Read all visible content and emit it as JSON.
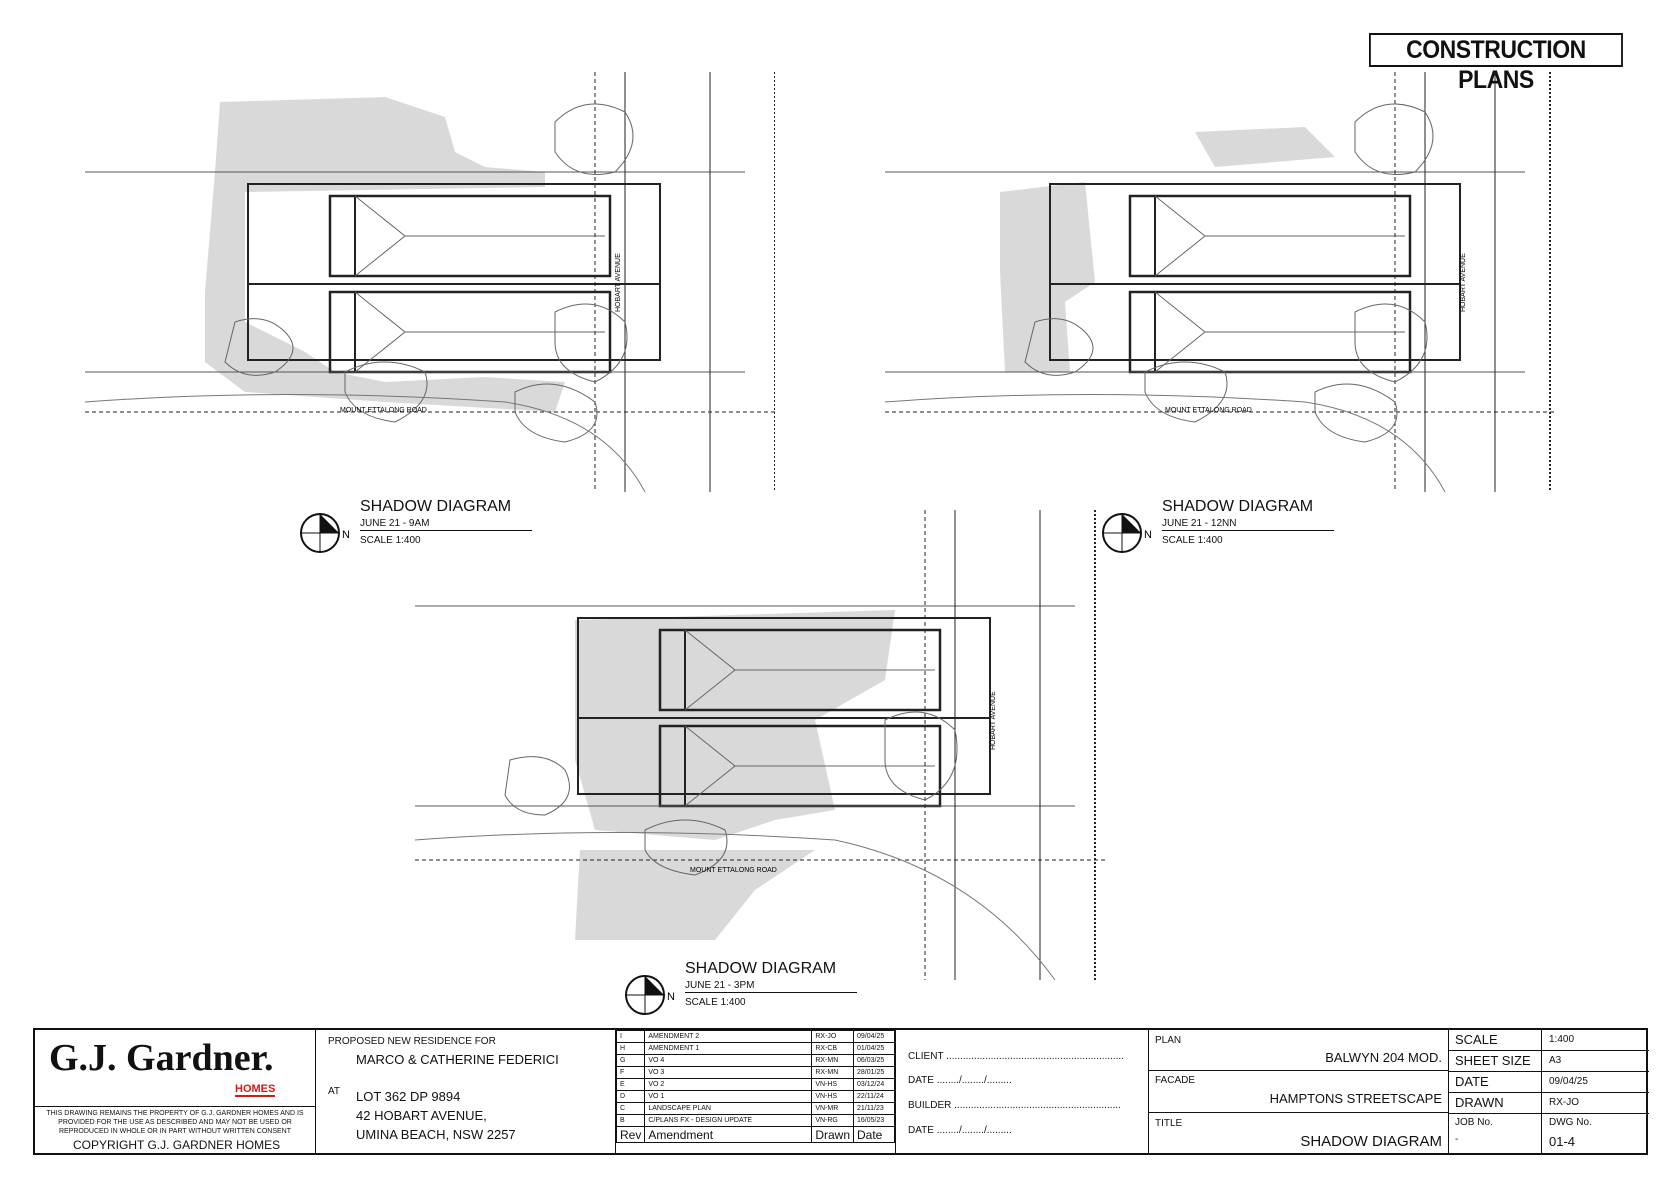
{
  "banner": "CONSTRUCTION PLANS",
  "drawings": [
    {
      "title": "SHADOW DIAGRAM",
      "subtitle": "JUNE 21 - 9AM",
      "scale": "SCALE 1:400",
      "north": "N",
      "road": "MOUNT   ETTALONG   ROAD",
      "avenue": "HOBART   AVENUE"
    },
    {
      "title": "SHADOW DIAGRAM",
      "subtitle": "JUNE 21 - 12NN",
      "scale": "SCALE 1:400",
      "north": "N",
      "road": "MOUNT   ETTALONG   ROAD",
      "avenue": "HOBART   AVENUE"
    },
    {
      "title": "SHADOW DIAGRAM",
      "subtitle": "JUNE 21 - 3PM",
      "scale": "SCALE 1:400",
      "north": "N",
      "road": "MOUNT   ETTALONG   ROAD",
      "avenue": "HOBART   AVENUE"
    }
  ],
  "titleblock": {
    "logo": "G.J. Gardner.",
    "logo_sub": "HOMES",
    "disclaimer": "THIS DRAWING REMAINS THE PROPERTY OF G.J. GARDNER HOMES AND IS PROVIDED FOR THE USE AS DESCRIBED AND MAY NOT BE USED OR REPRODUCED IN WHOLE OR IN PART WITHOUT WRITTEN CONSENT",
    "copyright": "COPYRIGHT G.J. GARDNER HOMES",
    "proposed_label": "PROPOSED NEW RESIDENCE FOR",
    "client_names": "MARCO & CATHERINE FEDERICI",
    "at_label": "AT",
    "address_1": "LOT 362 DP 9894",
    "address_2": "42 HOBART AVENUE,",
    "address_3": "UMINA BEACH, NSW 2257",
    "amendments": [
      {
        "rev": "I",
        "amendment": "AMENDMENT 2",
        "drawn": "RX-JO",
        "date": "09/04/25"
      },
      {
        "rev": "H",
        "amendment": "AMENDMENT 1",
        "drawn": "RX-CB",
        "date": "01/04/25"
      },
      {
        "rev": "G",
        "amendment": "VO 4",
        "drawn": "RX-MN",
        "date": "06/03/25"
      },
      {
        "rev": "F",
        "amendment": "VO 3",
        "drawn": "RX-MN",
        "date": "28/01/25"
      },
      {
        "rev": "E",
        "amendment": "VO 2",
        "drawn": "VN-HS",
        "date": "03/12/24"
      },
      {
        "rev": "D",
        "amendment": "VO 1",
        "drawn": "VN-HS",
        "date": "22/11/24"
      },
      {
        "rev": "C",
        "amendment": "LANDSCAPE PLAN",
        "drawn": "VN-MR",
        "date": "21/11/23"
      },
      {
        "rev": "B",
        "amendment": "C/PLANS FX - DESIGN UPDATE",
        "drawn": "VN-RG",
        "date": "16/05/23"
      }
    ],
    "amend_head": {
      "rev": "Rev",
      "amendment": "Amendment",
      "drawn": "Drawn",
      "date": "Date"
    },
    "client_label": "CLIENT",
    "date_label": "DATE",
    "builder_label": "BUILDER",
    "date_blank": "......../......../.........",
    "plan_label": "PLAN",
    "plan_value": "BALWYN 204 MOD.",
    "facade_label": "FACADE",
    "facade_value": "HAMPTONS STREETSCAPE",
    "title_label": "TITLE",
    "title_value": "SHADOW DIAGRAM",
    "scale_label": "SCALE",
    "scale_value": "1:400",
    "sheet_label": "SHEET SIZE",
    "sheet_value": "A3",
    "date_label2": "DATE",
    "date_value": "09/04/25",
    "drawn_label": "DRAWN",
    "drawn_value": "RX-JO",
    "job_label": "JOB No.",
    "job_value": "-",
    "dwg_label": "DWG No.",
    "dwg_value": "01-4"
  }
}
